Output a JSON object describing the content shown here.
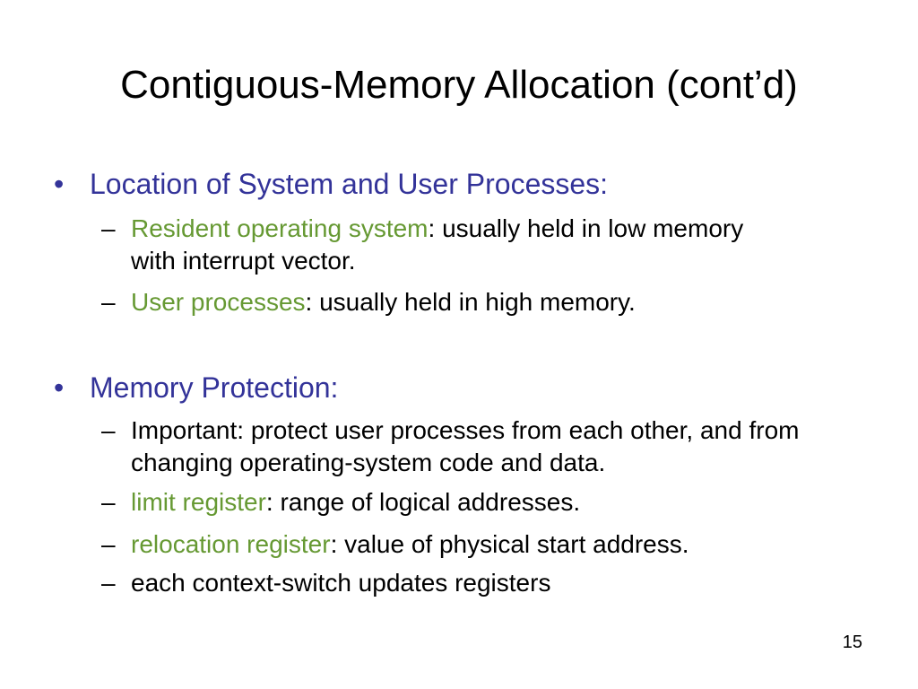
{
  "slide": {
    "title": "Contiguous-Memory Allocation (cont’d)",
    "page_number": "15",
    "colors": {
      "heading": "#333399",
      "term": "#669933",
      "text": "#000000"
    }
  },
  "sections": [
    {
      "heading": "Location of System and User Processes:",
      "items": [
        {
          "dash": "–",
          "term": "Resident operating system",
          "text": ": usually held in low memory with interrupt vector."
        },
        {
          "dash": "–",
          "term": "User processes",
          "text": ": usually held in high memory."
        }
      ]
    },
    {
      "heading": "Memory Protection:",
      "items": [
        {
          "dash": "–",
          "term": "",
          "text": "Important: protect user processes from each other, and from changing operating-system code and data."
        },
        {
          "dash": "–",
          "term": "limit register",
          "text": ": range of logical addresses."
        },
        {
          "dash": "–",
          "term": "relocation register",
          "text": ": value of physical start address."
        },
        {
          "dash": "–",
          "term": "",
          "text": "each context-switch updates registers"
        }
      ]
    }
  ],
  "bullet_glyph": "•"
}
